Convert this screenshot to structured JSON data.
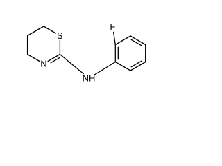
{
  "molecule": {
    "atoms": {
      "sulfur": "S",
      "ring_nitrogen": "N",
      "amine": "NH",
      "fluorine": "F"
    }
  },
  "colors": {
    "bond": "#000000",
    "background": "#ffffff"
  }
}
